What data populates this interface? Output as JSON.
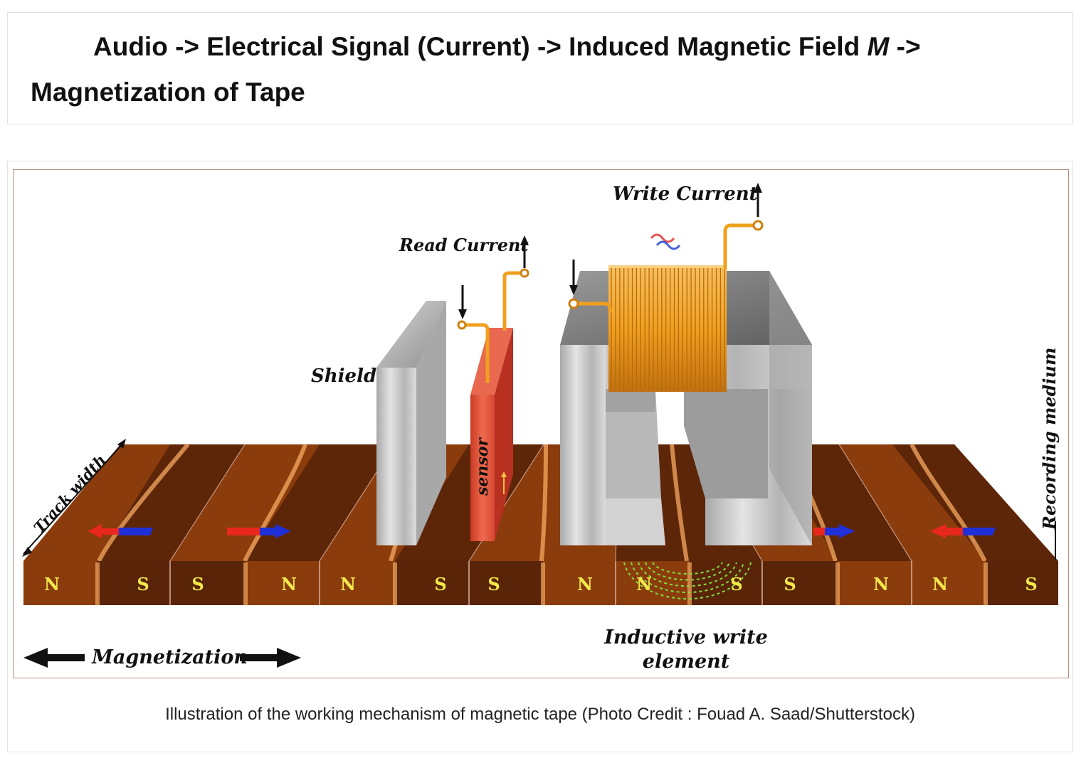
{
  "header": {
    "title_part1": "Audio -> Electrical Signal (Current) -> Induced Magnetic Field ",
    "title_em": "M",
    "title_part2": " ->",
    "title_line2": "Magnetization of Tape"
  },
  "figure": {
    "labels": {
      "write_current": "Write Current",
      "read_current": "Read Current",
      "shield": "Shield",
      "sensor": "sensor",
      "track_width": "Track width",
      "recording_medium": "Recording medium",
      "magnetization": "Magnetization",
      "inductive_line1": "Inductive write",
      "inductive_line2": "element"
    },
    "poles": [
      "N",
      "S",
      "S",
      "N",
      "N",
      "S",
      "S",
      "N",
      "N",
      "S",
      "S",
      "N",
      "N",
      "S"
    ],
    "colors": {
      "tape_light": "#8a3a0a",
      "tape_dark": "#5a2408",
      "tape_edge": "#4a1c06",
      "pole_text": "#f2e94a",
      "metal": "#c8c8c8",
      "sensor": "#d94a32",
      "coil": "#f0a020",
      "arrow_red": "#e8281c",
      "arrow_blue": "#2030d8",
      "field_lines": "#7fe040"
    },
    "caption": "Illustration of the working mechanism of magnetic tape (Photo Credit : Fouad A. Saad/Shutterstock)"
  }
}
